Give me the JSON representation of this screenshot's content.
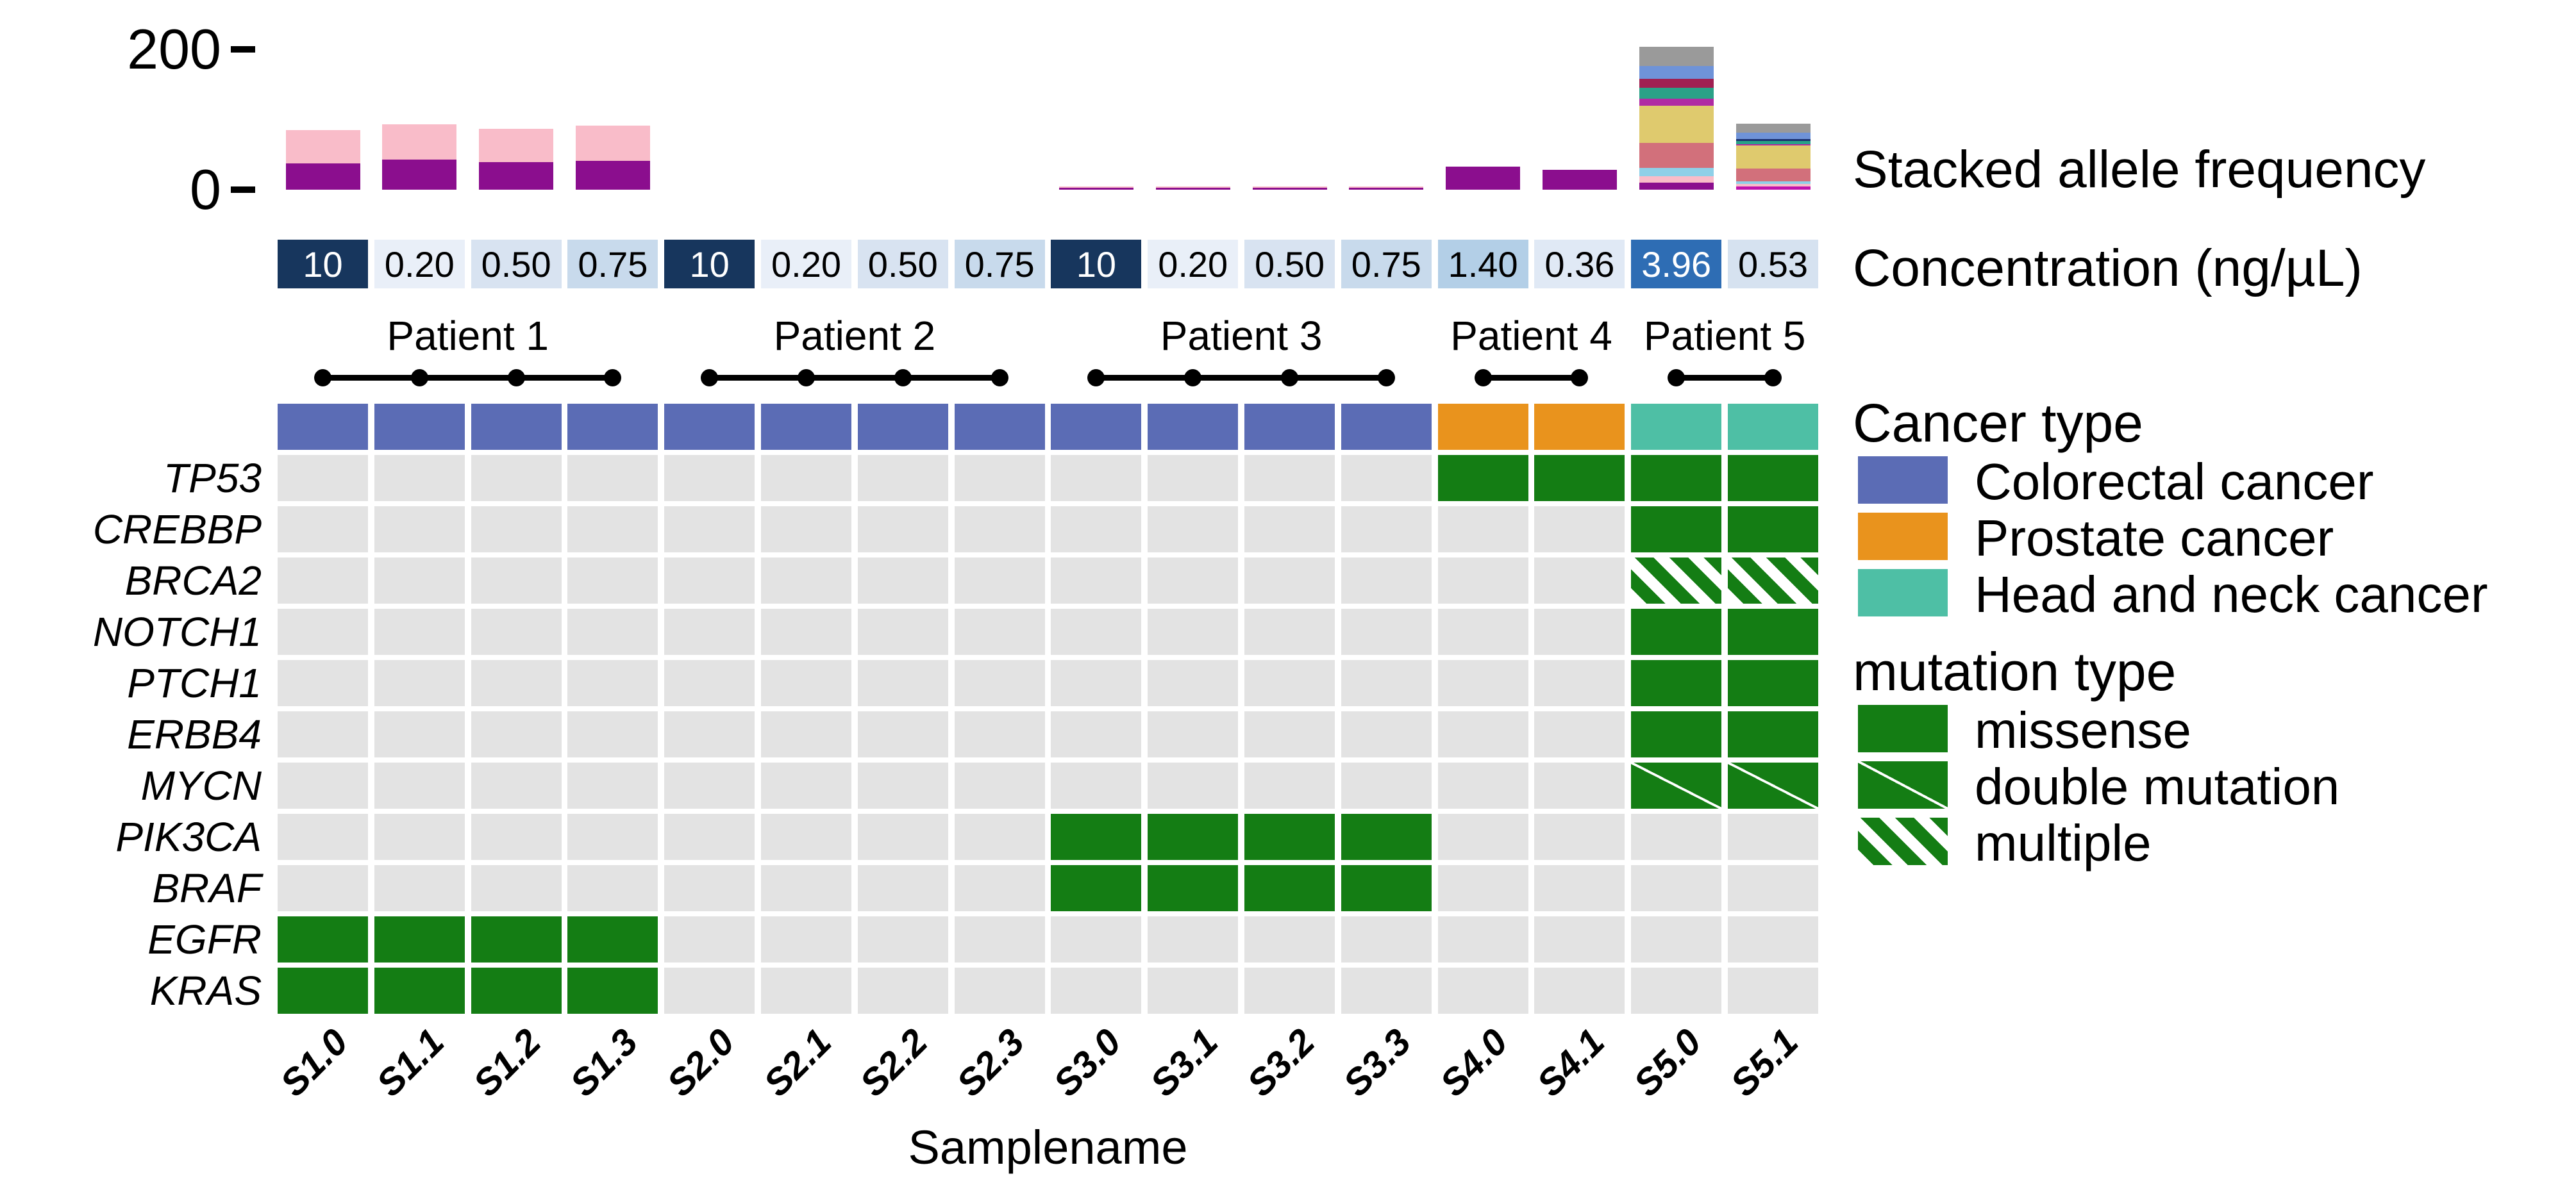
{
  "ui": {
    "bar_axis_label": "Stacked allele frequency",
    "concentration_label": "Concentration (ng/µL)",
    "x_axis_title": "Samplename"
  },
  "colors": {
    "mutation_green": "#147d14",
    "empty_cell": "#e3e3e3",
    "colorectal": "#5b6cb5",
    "prostate": "#e9931d",
    "headneck": "#4ebfa5"
  },
  "chart_data": [
    {
      "type": "bar",
      "title": "Stacked allele frequency",
      "stacked": true,
      "ylim": [
        0,
        200
      ],
      "yticks": [
        {
          "label": "200",
          "value": 200
        },
        {
          "label": "0",
          "value": 0
        }
      ],
      "categories": [
        "S1.0",
        "S1.1",
        "S1.2",
        "S1.3",
        "S2.0",
        "S2.1",
        "S2.2",
        "S2.3",
        "S3.0",
        "S3.1",
        "S3.2",
        "S3.3",
        "S4.0",
        "S4.1",
        "S5.0",
        "S5.1"
      ],
      "bars": [
        {
          "sample": "S1.0",
          "segments": [
            {
              "color": "#8b0e8e",
              "value": 37
            },
            {
              "color": "#f9bcc9",
              "value": 48
            }
          ]
        },
        {
          "sample": "S1.1",
          "segments": [
            {
              "color": "#8b0e8e",
              "value": 43
            },
            {
              "color": "#f9bcc9",
              "value": 50
            }
          ]
        },
        {
          "sample": "S1.2",
          "segments": [
            {
              "color": "#8b0e8e",
              "value": 39
            },
            {
              "color": "#f9bcc9",
              "value": 48
            }
          ]
        },
        {
          "sample": "S1.3",
          "segments": [
            {
              "color": "#8b0e8e",
              "value": 41
            },
            {
              "color": "#f9bcc9",
              "value": 50
            }
          ]
        },
        {
          "sample": "S2.0",
          "segments": []
        },
        {
          "sample": "S2.1",
          "segments": []
        },
        {
          "sample": "S2.2",
          "segments": []
        },
        {
          "sample": "S2.3",
          "segments": []
        },
        {
          "sample": "S3.0",
          "segments": [
            {
              "color": "#8b0e8e",
              "value": 2.5
            },
            {
              "color": "#f9bcc9",
              "value": 2
            }
          ]
        },
        {
          "sample": "S3.1",
          "segments": [
            {
              "color": "#8b0e8e",
              "value": 2.5
            },
            {
              "color": "#f9bcc9",
              "value": 2
            }
          ]
        },
        {
          "sample": "S3.2",
          "segments": [
            {
              "color": "#8b0e8e",
              "value": 2.5
            },
            {
              "color": "#f9bcc9",
              "value": 2
            }
          ]
        },
        {
          "sample": "S3.3",
          "segments": [
            {
              "color": "#8b0e8e",
              "value": 2.5
            },
            {
              "color": "#f9bcc9",
              "value": 2
            }
          ]
        },
        {
          "sample": "S4.0",
          "segments": [
            {
              "color": "#8b0e8e",
              "value": 33
            }
          ]
        },
        {
          "sample": "S4.1",
          "segments": [
            {
              "color": "#8b0e8e",
              "value": 28
            }
          ]
        },
        {
          "sample": "S5.0",
          "segments": [
            {
              "color": "#8b0e8e",
              "value": 10
            },
            {
              "color": "#f9bcc9",
              "value": 9
            },
            {
              "color": "#8fd0e8",
              "value": 12
            },
            {
              "color": "#d2707b",
              "value": 36
            },
            {
              "color": "#dfca6e",
              "value": 53
            },
            {
              "color": "#b02ba3",
              "value": 10
            },
            {
              "color": "#2aa187",
              "value": 15
            },
            {
              "color": "#a02052",
              "value": 13
            },
            {
              "color": "#6f93d8",
              "value": 18
            },
            {
              "color": "#9a9a9a",
              "value": 28
            }
          ]
        },
        {
          "sample": "S5.1",
          "segments": [
            {
              "color": "#c013ad",
              "value": 5
            },
            {
              "color": "#f9bcc9",
              "value": 3
            },
            {
              "color": "#8fd0e8",
              "value": 4
            },
            {
              "color": "#d2707b",
              "value": 18
            },
            {
              "color": "#dfca6e",
              "value": 33
            },
            {
              "color": "#b02ba3",
              "value": 2
            },
            {
              "color": "#2aa187",
              "value": 4
            },
            {
              "color": "#1b2f6e",
              "value": 3
            },
            {
              "color": "#6f93d8",
              "value": 9
            },
            {
              "color": "#9a9a9a",
              "value": 13
            }
          ]
        }
      ]
    },
    {
      "type": "heatmap",
      "title": "Concentration (ng/µL)",
      "categories": [
        "S1.0",
        "S1.1",
        "S1.2",
        "S1.3",
        "S2.0",
        "S2.1",
        "S2.2",
        "S2.3",
        "S3.0",
        "S3.1",
        "S3.2",
        "S3.3",
        "S4.0",
        "S4.1",
        "S5.0",
        "S5.1"
      ],
      "cells": [
        {
          "value": "10",
          "bg": "#17365d",
          "fg": "#ffffff"
        },
        {
          "value": "0.20",
          "bg": "#e9eff8",
          "fg": "#000000"
        },
        {
          "value": "0.50",
          "bg": "#d8e3f1",
          "fg": "#000000"
        },
        {
          "value": "0.75",
          "bg": "#c8daec",
          "fg": "#000000"
        },
        {
          "value": "10",
          "bg": "#17365d",
          "fg": "#ffffff"
        },
        {
          "value": "0.20",
          "bg": "#e9eff8",
          "fg": "#000000"
        },
        {
          "value": "0.50",
          "bg": "#d8e3f1",
          "fg": "#000000"
        },
        {
          "value": "0.75",
          "bg": "#c8daec",
          "fg": "#000000"
        },
        {
          "value": "10",
          "bg": "#17365d",
          "fg": "#ffffff"
        },
        {
          "value": "0.20",
          "bg": "#e9eff8",
          "fg": "#000000"
        },
        {
          "value": "0.50",
          "bg": "#d8e3f1",
          "fg": "#000000"
        },
        {
          "value": "0.75",
          "bg": "#c8daec",
          "fg": "#000000"
        },
        {
          "value": "1.40",
          "bg": "#b3cfe7",
          "fg": "#000000"
        },
        {
          "value": "0.36",
          "bg": "#e0e9f5",
          "fg": "#000000"
        },
        {
          "value": "3.96",
          "bg": "#2e6db4",
          "fg": "#ffffff"
        },
        {
          "value": "0.53",
          "bg": "#d6e2f0",
          "fg": "#000000"
        }
      ]
    },
    {
      "type": "heatmap",
      "title": "Oncoprint mutation matrix",
      "x_title": "Samplename",
      "samples": [
        "S1.0",
        "S1.1",
        "S1.2",
        "S1.3",
        "S2.0",
        "S2.1",
        "S2.2",
        "S2.3",
        "S3.0",
        "S3.1",
        "S3.2",
        "S3.3",
        "S4.0",
        "S4.1",
        "S5.0",
        "S5.1"
      ],
      "patients": [
        {
          "label": "Patient 1",
          "start": 0,
          "end": 3
        },
        {
          "label": "Patient 2",
          "start": 4,
          "end": 7
        },
        {
          "label": "Patient 3",
          "start": 8,
          "end": 11
        },
        {
          "label": "Patient 4",
          "start": 12,
          "end": 13
        },
        {
          "label": "Patient 5",
          "start": 14,
          "end": 15
        }
      ],
      "cancer_row": [
        "colorectal",
        "colorectal",
        "colorectal",
        "colorectal",
        "colorectal",
        "colorectal",
        "colorectal",
        "colorectal",
        "colorectal",
        "colorectal",
        "colorectal",
        "colorectal",
        "prostate",
        "prostate",
        "headneck",
        "headneck"
      ],
      "genes": [
        "TP53",
        "CREBBP",
        "BRCA2",
        "NOTCH1",
        "PTCH1",
        "ERBB4",
        "MYCN",
        "PIK3CA",
        "BRAF",
        "EGFR",
        "KRAS"
      ],
      "mutations": [
        {
          "gene": "TP53",
          "cols": [
            12,
            13,
            14,
            15
          ],
          "mutation_type": "missense"
        },
        {
          "gene": "CREBBP",
          "cols": [
            14,
            15
          ],
          "mutation_type": "missense"
        },
        {
          "gene": "BRCA2",
          "cols": [
            14,
            15
          ],
          "mutation_type": "multiple"
        },
        {
          "gene": "NOTCH1",
          "cols": [
            14,
            15
          ],
          "mutation_type": "missense"
        },
        {
          "gene": "PTCH1",
          "cols": [
            14,
            15
          ],
          "mutation_type": "missense"
        },
        {
          "gene": "ERBB4",
          "cols": [
            14,
            15
          ],
          "mutation_type": "missense"
        },
        {
          "gene": "MYCN",
          "cols": [
            14,
            15
          ],
          "mutation_type": "double"
        },
        {
          "gene": "PIK3CA",
          "cols": [
            8,
            9,
            10,
            11
          ],
          "mutation_type": "missense"
        },
        {
          "gene": "BRAF",
          "cols": [
            8,
            9,
            10,
            11
          ],
          "mutation_type": "missense"
        },
        {
          "gene": "EGFR",
          "cols": [
            0,
            1,
            2,
            3
          ],
          "mutation_type": "missense"
        },
        {
          "gene": "KRAS",
          "cols": [
            0,
            1,
            2,
            3
          ],
          "mutation_type": "missense"
        }
      ]
    }
  ],
  "legends": {
    "cancer": {
      "title": "Cancer type",
      "items": [
        {
          "label": "Colorectal cancer",
          "color": "#5b6cb5"
        },
        {
          "label": "Prostate cancer",
          "color": "#e9931d"
        },
        {
          "label": "Head and neck cancer",
          "color": "#4ebfa5"
        }
      ]
    },
    "mutation": {
      "title": "mutation type",
      "items": [
        {
          "label": "missense",
          "style": "missense"
        },
        {
          "label": "double mutation",
          "style": "double"
        },
        {
          "label": "multiple",
          "style": "multiple"
        }
      ]
    }
  }
}
